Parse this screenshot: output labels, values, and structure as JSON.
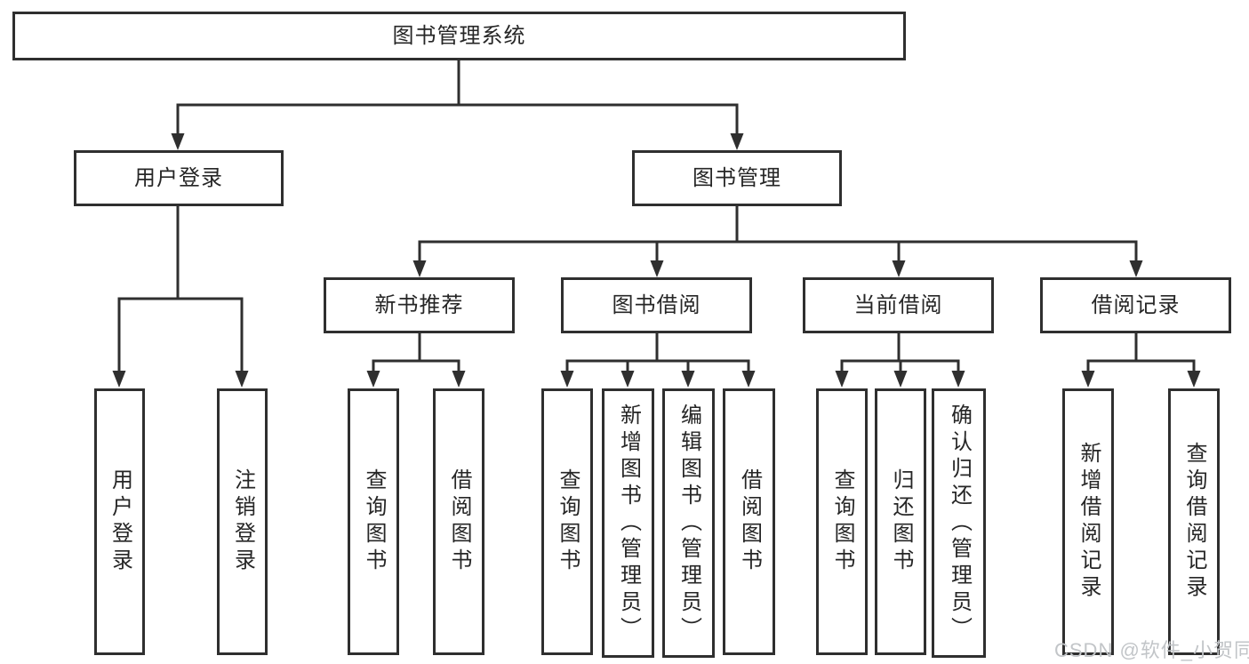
{
  "diagram": {
    "root": "图书管理系统",
    "user_login": {
      "label": "用户登录",
      "children": [
        "用户登录",
        "注销登录"
      ]
    },
    "book_management": {
      "label": "图书管理",
      "groups": [
        {
          "label": "新书推荐",
          "children": [
            "查询图书",
            "借阅图书"
          ]
        },
        {
          "label": "图书借阅",
          "children": [
            "查询图书",
            "新增图书（管理员）",
            "编辑图书（管理员）",
            "借阅图书"
          ]
        },
        {
          "label": "当前借阅",
          "children": [
            "查询图书",
            "归还图书",
            "确认归还（管理员）"
          ]
        },
        {
          "label": "借阅记录",
          "children": [
            "新增借阅记录",
            "查询借阅记录"
          ]
        }
      ]
    }
  },
  "watermark": "CSDN @软件_小贺同学",
  "colors": {
    "line": "#2f2f2f",
    "box_border": "#2f2f2f",
    "text": "#262626",
    "background": "#ffffff",
    "watermark": "#c2c5c8"
  }
}
